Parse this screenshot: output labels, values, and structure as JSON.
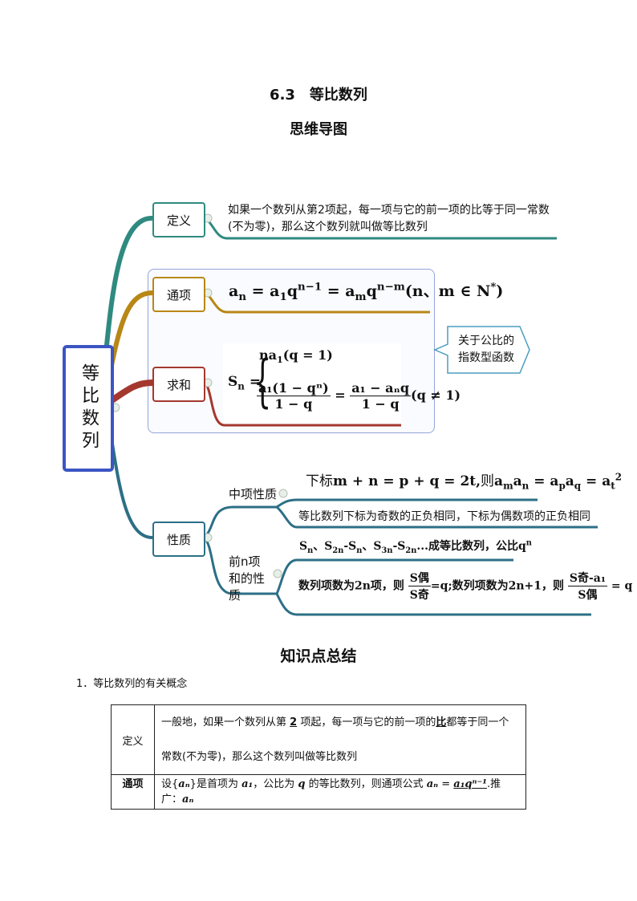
{
  "header": {
    "title": "6.3　等比数列",
    "subtitle": "思维导图"
  },
  "mindmap": {
    "root": "等比数列",
    "colors": {
      "root_border": "#3b55c2",
      "definition": "#2f8a80",
      "general_term": "#b88716",
      "sum": "#a4382f",
      "properties": "#2c6f86",
      "group_border": "#94a4d8",
      "callout_border": "#4a9dbf"
    },
    "definition": {
      "label": "定义",
      "text": "如果一个数列从第2项起，每一项与它的前一项的比等于同一常数(不为零)，那么这个数列就叫做等比数列"
    },
    "general_term": {
      "label": "通项",
      "formula": {
        "lhs": "a",
        "lhs_sub": "n",
        "eq1": " = a",
        "eq1_sub": "1",
        "eq1_base": "q",
        "eq1_sup": "n−1",
        "eq2": " = a",
        "eq2_sub": "m",
        "eq2_base": "q",
        "eq2_sup": "n−m",
        "cond": "(n、m ∈ N",
        "cond_sup": "*",
        "cond_end": ")"
      }
    },
    "sum": {
      "label": "求和",
      "lhs": "S",
      "lhs_sub": "n",
      "eq": " =",
      "brace": "{",
      "case1": "na",
      "case1_sub": "1",
      "case1_cond": "(q = 1)",
      "case2_num": "a₁(1 − qⁿ)",
      "case2_den": "1 − q",
      "case2_eq": "=",
      "case2_num2": "a₁ − aₙq",
      "case2_den2": "1 − q",
      "case2_cond": "(q ≠ 1)"
    },
    "callout": {
      "line1": "关于公比的",
      "line2": "指数型函数"
    },
    "properties": {
      "label": "性质",
      "middle": {
        "label": "中项性质",
        "formula": "下标m + n = p + q = 2t,则 aₘaₙ = aₚa_q = aₜ²",
        "formula_parts": {
          "prefix": "下标",
          "expr": "m + n = p + q = 2t,",
          "then": "则",
          "a1": "a",
          "a1_sub": "m",
          "a2": "a",
          "a2_sub": "n",
          "eq": " = ",
          "a3": "a",
          "a3_sub": "p",
          "a4": "a",
          "a4_sub": "q",
          "eq2": " = ",
          "a5": "a",
          "a5_sub": "t",
          "a5_sup": "2"
        },
        "note": "等比数列下标为奇数的正负相同，下标为偶数项的正负相同"
      },
      "partial_sum": {
        "label": "前n项和的性质",
        "line1": {
          "s1": "S",
          "s1_sub": "n",
          "sep1": "、",
          "s2": "S",
          "s2_sub": "2n",
          "minus1": "-S",
          "minus1_sub": "n",
          "sep2": "、",
          "s3": "S",
          "s3_sub": "3n",
          "minus2": "-S",
          "minus2_sub": "2n",
          "tail": "...成等比数列，公比q",
          "tail_sup": "n"
        },
        "line2": {
          "part1": "数列项数为2n项，则",
          "frac1_num": "S偶",
          "frac1_den": "S奇",
          "part2": "=q;数列项数为2n+1，则",
          "frac2_num": "S奇-a₁",
          "frac2_den": "S偶",
          "part3": " = q"
        }
      }
    }
  },
  "summary": {
    "title": "知识点总结",
    "section1": "1．等比数列的有关概念",
    "table": [
      {
        "label": "定义",
        "text_before": "一般地，如果一个数列从第 ",
        "blank1": "2",
        "text_mid": " 项起，每一项与它的前一项的",
        "blank2": "比",
        "text_after": "都等于同一个常数(不为零)，那么这个数列叫做等比数列"
      },
      {
        "label": "通项",
        "text1": "设{",
        "seq": "aₙ",
        "text2": "}是首项为 ",
        "first": "a₁",
        "text3": "，公比为 ",
        "ratio": "q",
        "text4": " 的等比数列，则通项公式 ",
        "an": "aₙ",
        "eq": " = ",
        "formula": "a₁qⁿ⁻¹",
        "text5": ".推广：",
        "tail": "aₙ"
      }
    ]
  }
}
